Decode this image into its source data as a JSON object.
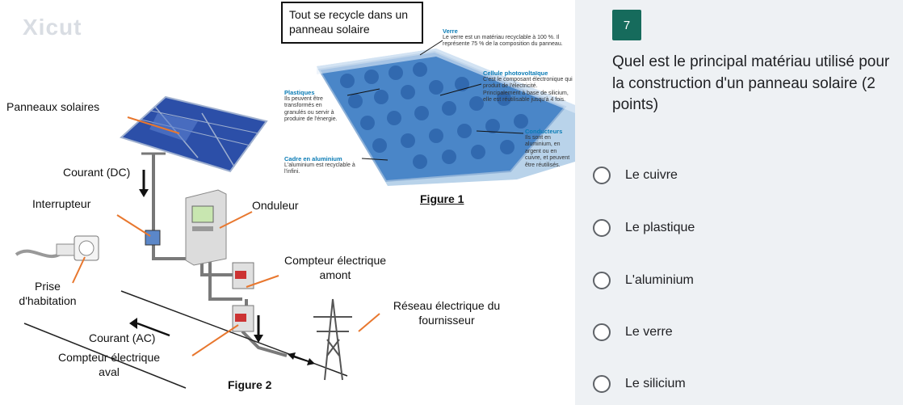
{
  "question": {
    "number": "7",
    "text": "Quel est le principal matériau utilisé pour la construction d'un panneau solaire (2 points)"
  },
  "options": [
    {
      "label": "Le cuivre"
    },
    {
      "label": "Le plastique"
    },
    {
      "label": "L'aluminium"
    },
    {
      "label": "Le verre"
    },
    {
      "label": "Le silicium"
    }
  ],
  "figure1": {
    "title": "Tout se recycle dans un panneau solaire",
    "caption": "Figure 1",
    "annotations": {
      "verre": {
        "title": "Verre",
        "text": "Le verre est un matériau recyclable à 100 %. Il représente 75 % de la composition du panneau."
      },
      "cellule": {
        "title": "Cellule photovoltaïque",
        "text": "C'est le composant électronique qui produit de l'électricité. Principalement à base de silicium, elle est réutilisable jusqu'à 4 fois."
      },
      "plastiques": {
        "title": "Plastiques",
        "text": "Ils peuvent être transformés en granulés ou servir à produire de l'énergie."
      },
      "conducteurs": {
        "title": "Conducteurs",
        "text": "Ils sont en aluminium, en argent ou en cuivre, et peuvent être réutilisés."
      },
      "cadre": {
        "title": "Cadre en aluminium",
        "text": "L'aluminium est recyclable à l'infini."
      }
    }
  },
  "figure2": {
    "caption": "Figure 2",
    "labels": {
      "panneaux": "Panneaux solaires",
      "courant_dc": "Courant (DC)",
      "interrupteur": "Interrupteur",
      "onduleur": "Onduleur",
      "compteur_amont_1": "Compteur électrique",
      "compteur_amont_2": "amont",
      "prise_1": "Prise",
      "prise_2": "d'habitation",
      "reseau_1": "Réseau électrique du",
      "reseau_2": "fournisseur",
      "courant_ac": "Courant (AC)",
      "compteur_aval_1": "Compteur électrique",
      "compteur_aval_2": "aval"
    }
  },
  "watermark": "Xicut",
  "colors": {
    "accent": "#166b5c",
    "leader_line": "#e8772e",
    "panel_blue": "#3a5fb5"
  }
}
